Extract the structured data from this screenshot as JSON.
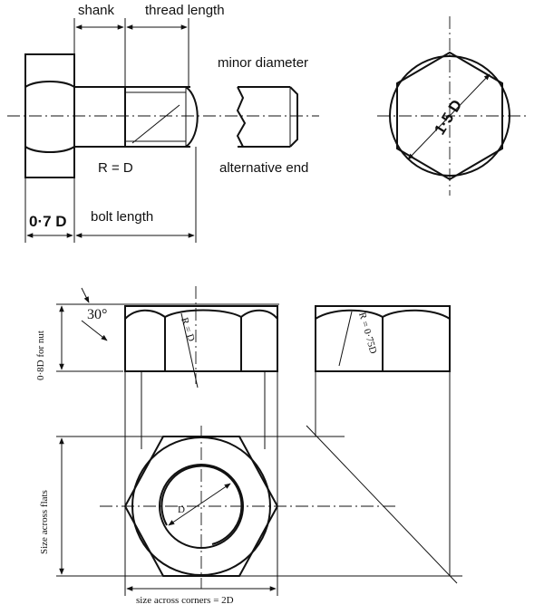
{
  "bolt": {
    "shank": "shank",
    "thread_length": "thread length",
    "minor_diameter": "minor diameter",
    "radius_end": "R = D",
    "alternative_end": "alternative end",
    "head_height": "0·7 D",
    "bolt_length": "bolt length",
    "across_corners_head": "1·5 D"
  },
  "nut": {
    "chamfer_angle": "30°",
    "thickness": "0·8D for nut",
    "front_radius": "R = D",
    "side_radius": "R = 0·75D",
    "across_flats": "Size across flats",
    "bore": "D",
    "across_corners": "size across corners = 2D"
  }
}
